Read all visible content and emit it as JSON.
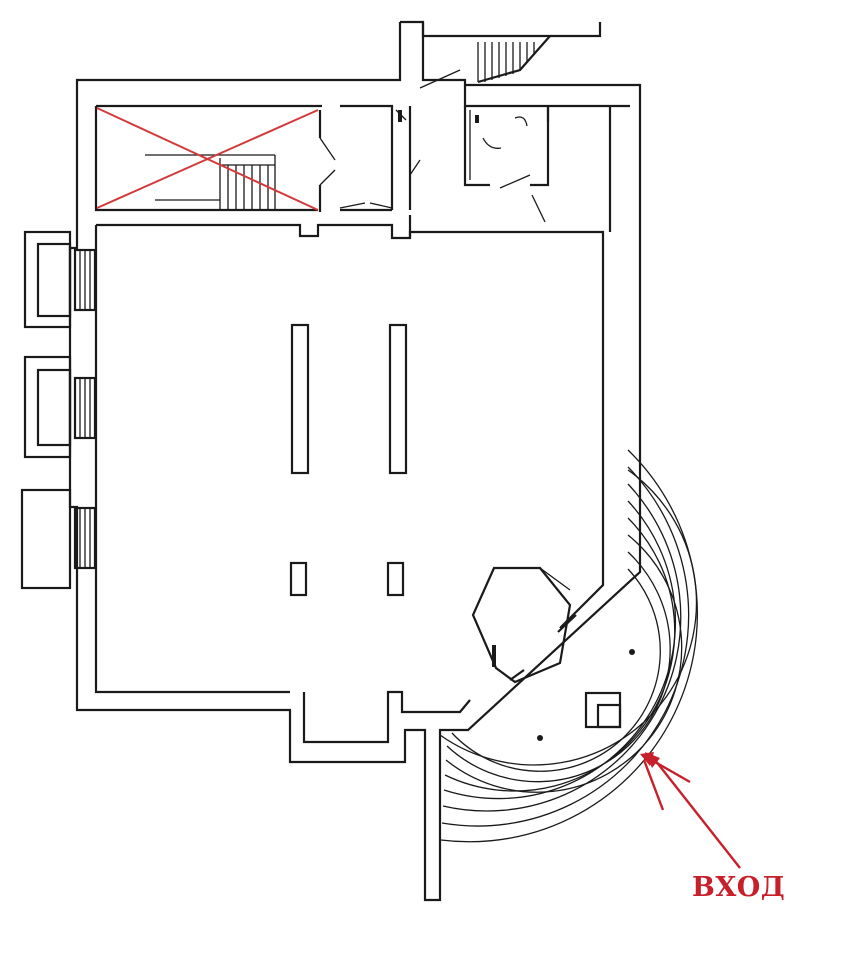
{
  "labels": {
    "entrance": "ВХОД"
  },
  "colors": {
    "walls": "#1a1a1a",
    "entrance_label": "#c8202a",
    "arrow": "#c8202a",
    "demolished_cross": "#d23a3a",
    "background": "#ffffff"
  },
  "elements": [
    "exterior-wall",
    "main-hall",
    "staircase-top-right",
    "staircase-top-left-crossed-out",
    "restroom",
    "bay-windows-left",
    "octagonal-vestibule",
    "curved-entrance-steps",
    "entrance-arrows"
  ]
}
